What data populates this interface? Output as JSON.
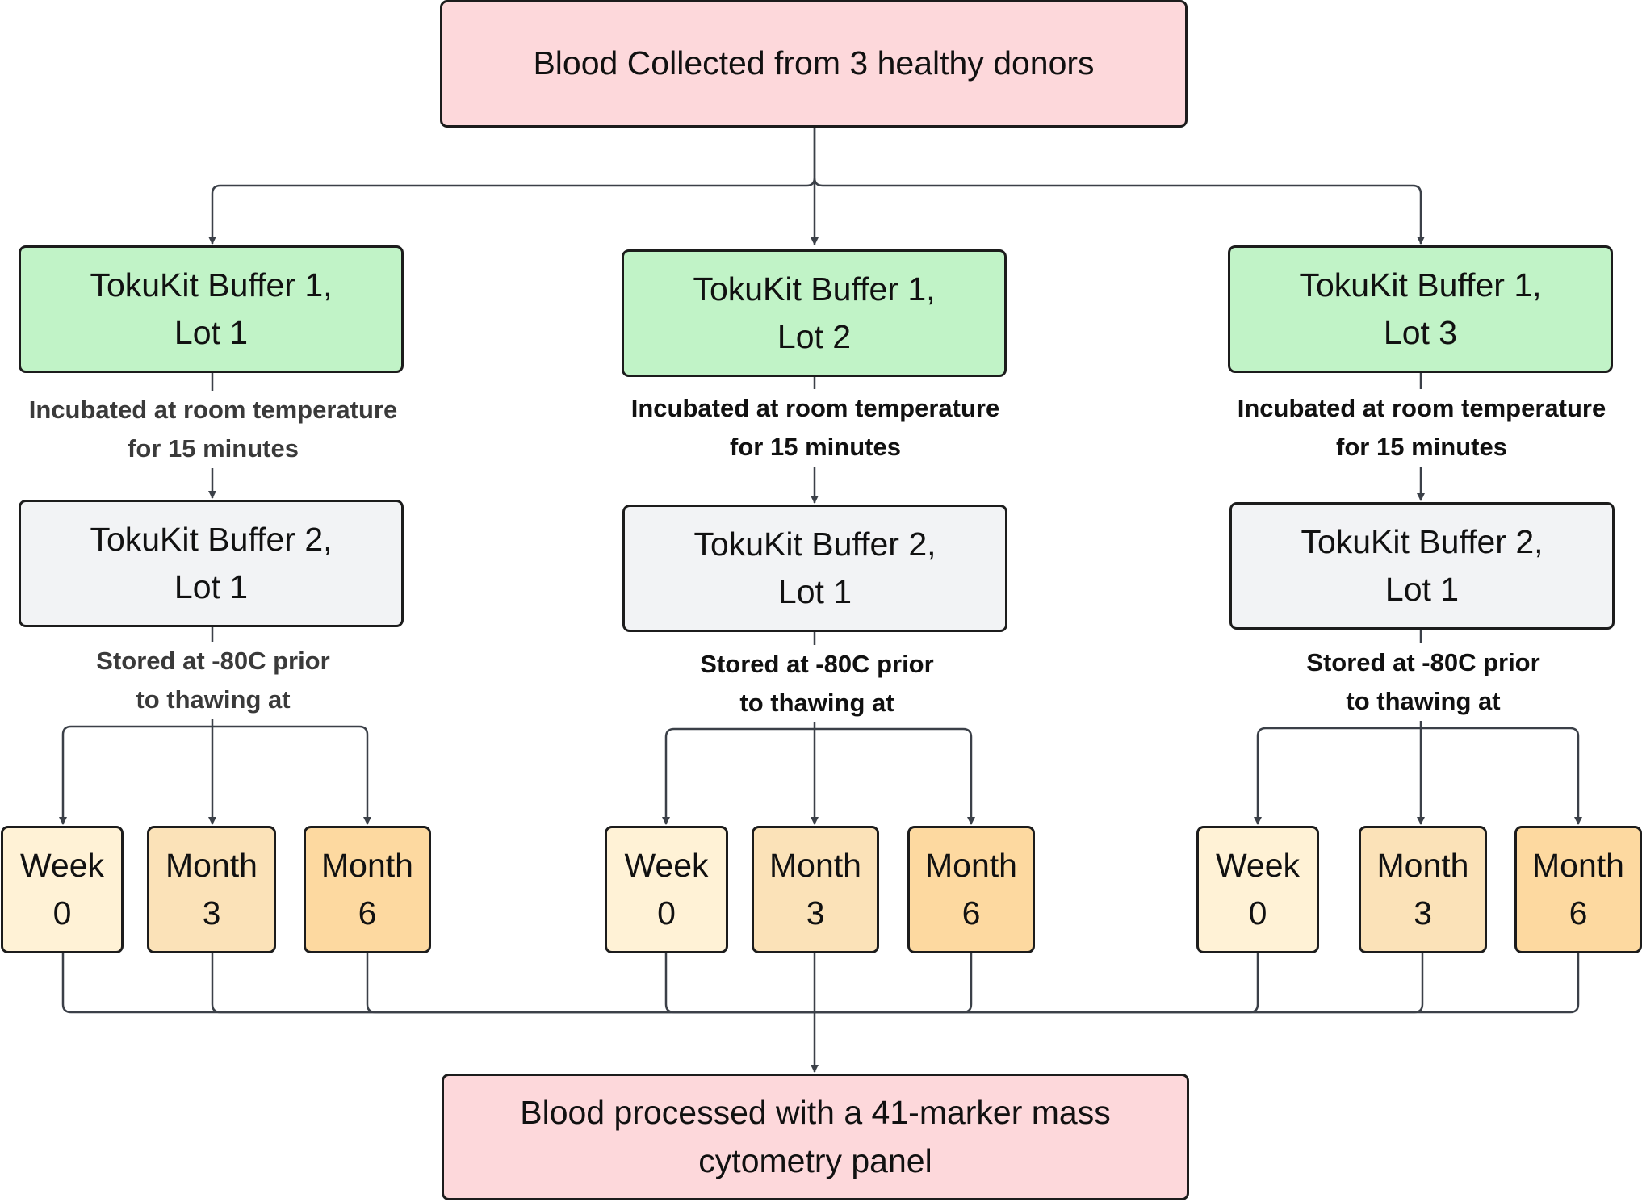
{
  "colors": {
    "source": "#fdd8db",
    "buffer1": "#c1f3c7",
    "buffer2": "#f2f3f5",
    "week0": "#fff2d6",
    "month3": "#fbe2b8",
    "month6": "#fdd9a0",
    "connector": "#3b4048",
    "label_left": "#3a3a3a",
    "label_other": "#111111"
  },
  "top": {
    "line1": "Blood Collected from 3 healthy donors"
  },
  "bottom": {
    "line1": "Blood processed with a 41-marker mass",
    "line2": "cytometry panel"
  },
  "branches": [
    {
      "buffer1": {
        "line1": "TokuKit Buffer 1,",
        "line2": "Lot 1"
      },
      "incubation": {
        "line1": "Incubated at room temperature",
        "line2": "for 15 minutes"
      },
      "buffer2": {
        "line1": "TokuKit Buffer 2,",
        "line2": "Lot 1"
      },
      "storage": {
        "line1": "Stored at -80C prior",
        "line2": "to thawing at"
      },
      "timepoints": [
        {
          "line1": "Week",
          "line2": "0"
        },
        {
          "line1": "Month",
          "line2": "3"
        },
        {
          "line1": "Month",
          "line2": "6"
        }
      ]
    },
    {
      "buffer1": {
        "line1": "TokuKit Buffer 1,",
        "line2": "Lot 2"
      },
      "incubation": {
        "line1": "Incubated at room temperature",
        "line2": "for 15 minutes"
      },
      "buffer2": {
        "line1": "TokuKit Buffer 2,",
        "line2": "Lot 1"
      },
      "storage": {
        "line1": "Stored at -80C prior",
        "line2": "to thawing at"
      },
      "timepoints": [
        {
          "line1": "Week",
          "line2": "0"
        },
        {
          "line1": "Month",
          "line2": "3"
        },
        {
          "line1": "Month",
          "line2": "6"
        }
      ]
    },
    {
      "buffer1": {
        "line1": "TokuKit Buffer 1,",
        "line2": "Lot 3"
      },
      "incubation": {
        "line1": "Incubated at room temperature",
        "line2": "for 15 minutes"
      },
      "buffer2": {
        "line1": "TokuKit Buffer 2,",
        "line2": "Lot 1"
      },
      "storage": {
        "line1": "Stored at -80C prior",
        "line2": "to thawing at"
      },
      "timepoints": [
        {
          "line1": "Week",
          "line2": "0"
        },
        {
          "line1": "Month",
          "line2": "3"
        },
        {
          "line1": "Month",
          "line2": "6"
        }
      ]
    }
  ]
}
